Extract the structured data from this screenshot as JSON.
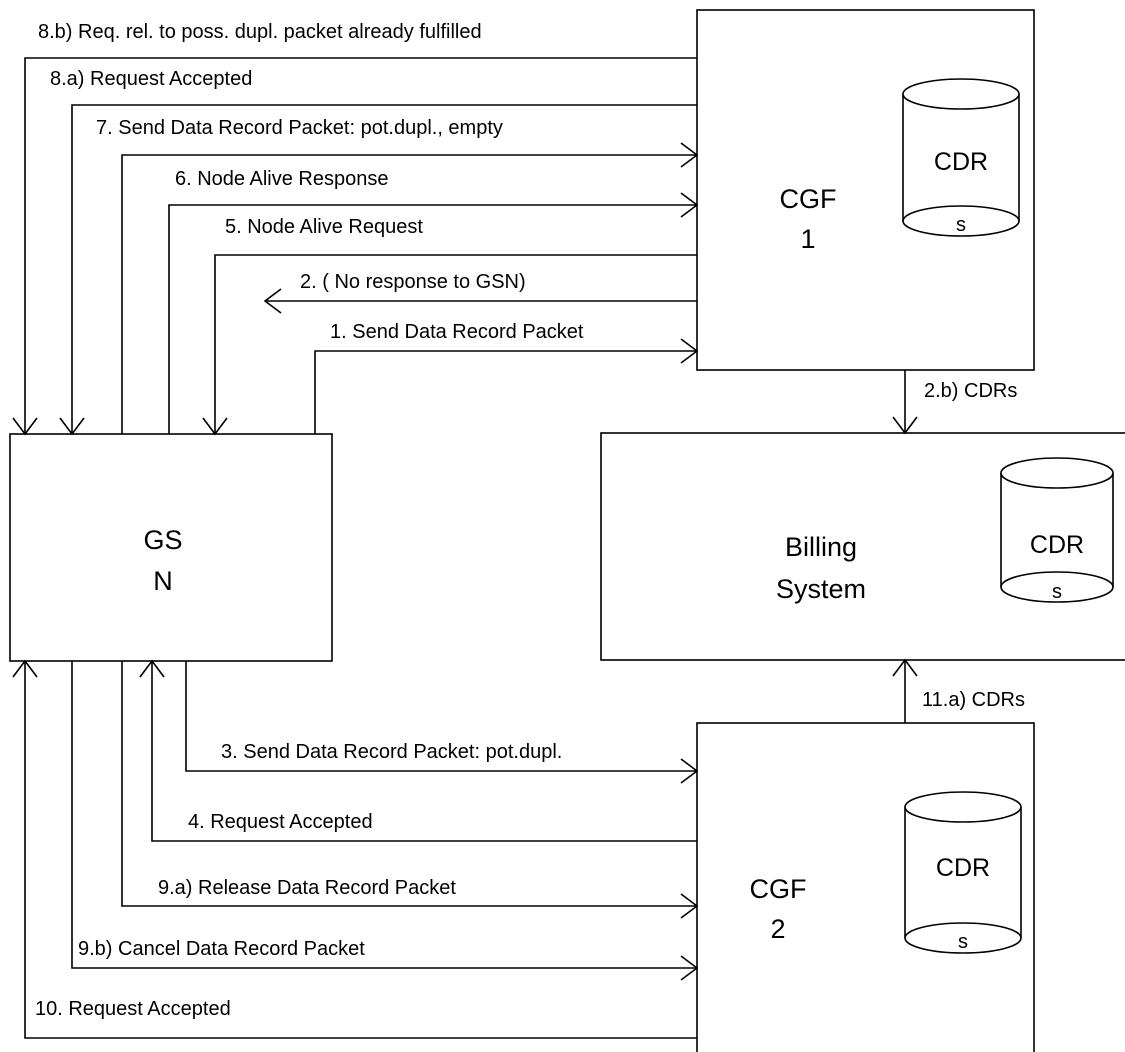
{
  "nodes": {
    "gsn": {
      "line1": "GS",
      "line2": "N"
    },
    "cgf1": {
      "line1": "CGF",
      "line2": "1"
    },
    "cgf2": {
      "line1": "CGF",
      "line2": "2"
    },
    "billing": {
      "line1": "Billing",
      "line2": "System"
    }
  },
  "database": {
    "top": "CDR",
    "bottom": "s"
  },
  "messages": {
    "m8b": "8.b) Req. rel. to poss. dupl. packet already fulfilled",
    "m8a": "8.a) Request Accepted",
    "m7": "7. Send Data Record Packet: pot.dupl., empty",
    "m6": "6. Node Alive Response",
    "m5": "5. Node Alive Request",
    "m2": "2. ( No response to GSN)",
    "m1": "1. Send Data Record Packet",
    "m2b": "2.b)  CDRs",
    "m11a": "11.a) CDRs",
    "m3": "3. Send Data Record Packet: pot.dupl.",
    "m4": "4. Request Accepted",
    "m9a": "9.a) Release Data Record Packet",
    "m9b": "9.b) Cancel Data Record Packet",
    "m10": "10. Request Accepted"
  }
}
